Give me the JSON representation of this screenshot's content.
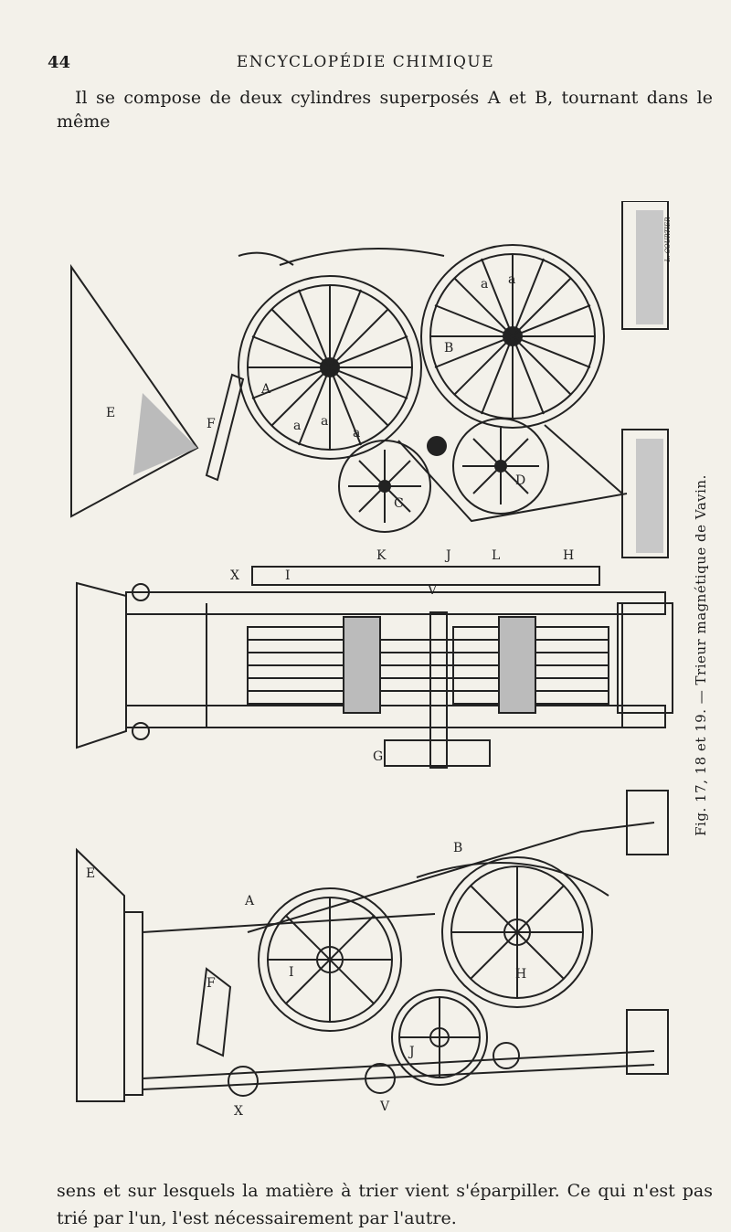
{
  "header": {
    "page_number": "44",
    "running_head": "ENCYCLOPÉDIE CHIMIQUE"
  },
  "body": {
    "paragraph_top": "Il se compose de deux cylindres superposés A et B, tournant dans le même",
    "paragraph_bottom": "sens et sur lesquels la matière à trier vient s'éparpiller. Ce qui n'est pas trié par l'un, l'est nécessairement par l'autre."
  },
  "figure": {
    "caption": "Fig. 17, 18 et 19. — Trieur magnétique de Vavin.",
    "signature": "L. COURTIER",
    "labels_top": [
      "E",
      "F",
      "A",
      "a",
      "a",
      "a",
      "B",
      "a",
      "a",
      "C",
      "D"
    ],
    "labels_middle": [
      "X",
      "I",
      "K",
      "J",
      "L",
      "H",
      "V",
      "G"
    ],
    "labels_bottom": [
      "E",
      "A",
      "F",
      "I",
      "B",
      "H",
      "J",
      "X",
      "V"
    ]
  }
}
